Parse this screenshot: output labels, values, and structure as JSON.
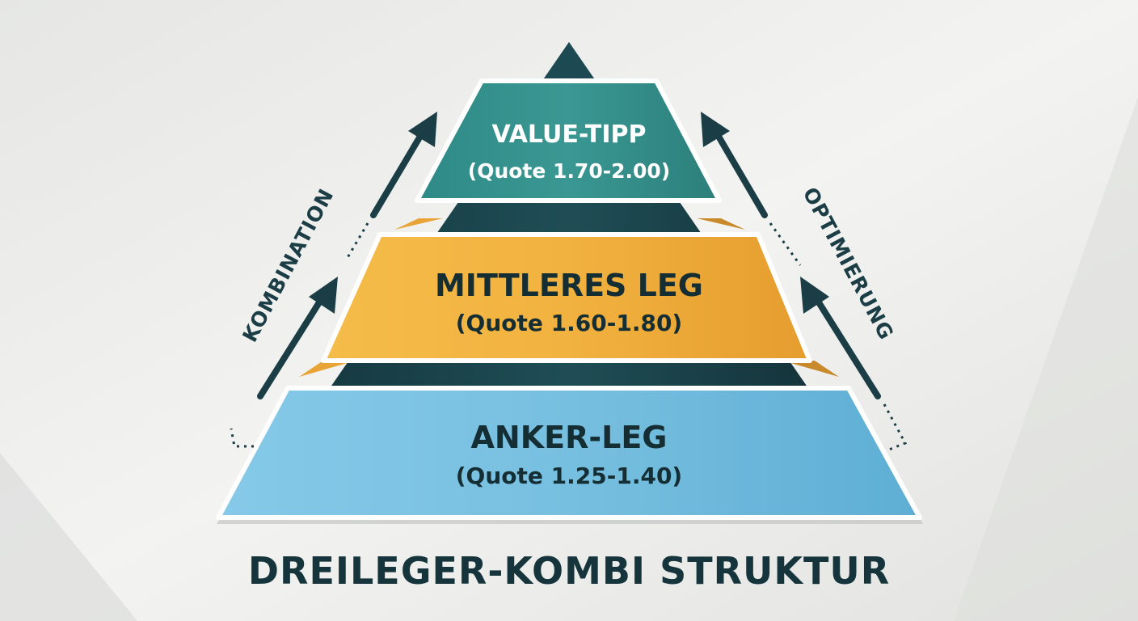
{
  "title": "DREILEGER-KOMBI STRUKTUR",
  "tiers": [
    {
      "title": "VALUE-TIPP",
      "subtitle": "(Quote 1.70-2.00)",
      "color": "#3a9792"
    },
    {
      "title": "MITTLERES LEG",
      "subtitle": "(Quote 1.60-1.80)",
      "color": "#f2b23f"
    },
    {
      "title": "ANKER-LEG",
      "subtitle": "(Quote 1.25-1.40)",
      "color": "#77bfe0"
    }
  ],
  "side_labels": {
    "left": "KOMBINATION",
    "right": "OPTIMIERUNG"
  },
  "colors": {
    "arrow": "#1b3d45",
    "apex": "#1d4a52",
    "background": "#ececea"
  },
  "icons": {
    "arrows": "up-arrow-icon"
  }
}
